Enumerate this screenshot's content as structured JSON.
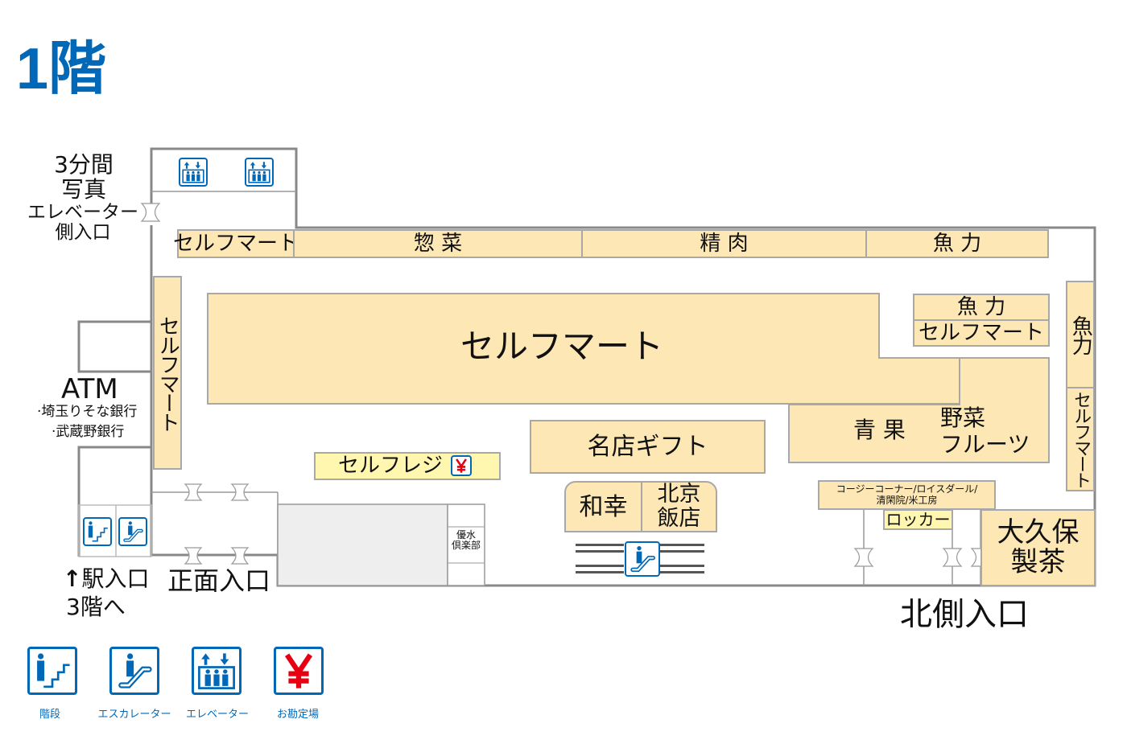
{
  "title": "1階",
  "labels": {
    "photo_booth": [
      "3分間",
      "写真"
    ],
    "elevator_entrance": [
      "エレベーター",
      "側入口"
    ],
    "atm": "ATM",
    "atm_banks": [
      "·埼玉りそな銀行",
      "·武蔵野銀行"
    ],
    "station_entrance": "駅入口",
    "to_3f": "3階へ",
    "front_entrance": "正面入口",
    "north_entrance": "北側入口"
  },
  "stores": {
    "selfmart_top": "セルフマート",
    "souzai": "惣 菜",
    "seiniku": "精 肉",
    "uoriki_top": "魚 力",
    "selfmart_left": "セルフマート",
    "selfmart_main": "セルフマート",
    "uoriki_small": "魚 力",
    "selfmart_small": "セルフマート",
    "uoriki_right": "魚力",
    "selfmart_right": "セルフマート",
    "seika": "青 果",
    "yasai_fruits": [
      "野菜",
      "フルーツ"
    ],
    "meiten_gift": "名店ギフト",
    "self_register": "セルフレジ",
    "wako": "和幸",
    "pekin_hanten": [
      "北京",
      "飯店"
    ],
    "cozy_corner": [
      "コージーコーナー/ロイスダール/",
      "清閑院/米工房"
    ],
    "locker": "ロッカー",
    "okubo_seicha": [
      "大久保",
      "製茶"
    ],
    "yusui_club": [
      "優水",
      "倶楽部"
    ]
  },
  "legend": [
    {
      "icon": "stairs-icon",
      "label": "階段"
    },
    {
      "icon": "escalator-icon",
      "label": "エスカレーター"
    },
    {
      "icon": "elevator-icon",
      "label": "エレベーター"
    },
    {
      "icon": "yen-icon",
      "label": "お勘定場"
    }
  ],
  "colors": {
    "brand_blue": "#0068b7",
    "store_fill": "#fde8b5",
    "register_fill": "#fff6b0",
    "yen_red": "#e60012"
  }
}
